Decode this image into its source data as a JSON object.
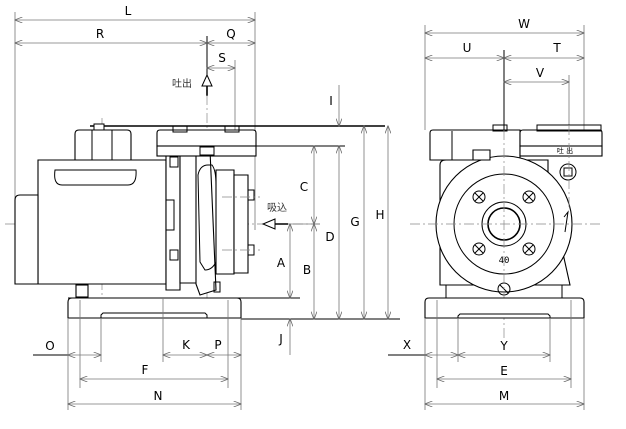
{
  "drawing": {
    "title": "Pump outline dimension drawing",
    "side_view": {
      "labels": {
        "L": "L",
        "R": "R",
        "Q": "Q",
        "S": "S",
        "I": "I",
        "C": "C",
        "D": "D",
        "G": "G",
        "H": "H",
        "A": "A",
        "B": "B",
        "J": "J",
        "O": "O",
        "K": "K",
        "P": "P",
        "F": "F",
        "N": "N"
      },
      "discharge_label": "吐出",
      "suction_label": "吸込"
    },
    "front_view": {
      "labels": {
        "W": "W",
        "U": "U",
        "T": "T",
        "V": "V",
        "X": "X",
        "Y": "Y",
        "E": "E",
        "M": "M"
      },
      "flange_label": "吐 出",
      "flange_size": "40"
    }
  }
}
